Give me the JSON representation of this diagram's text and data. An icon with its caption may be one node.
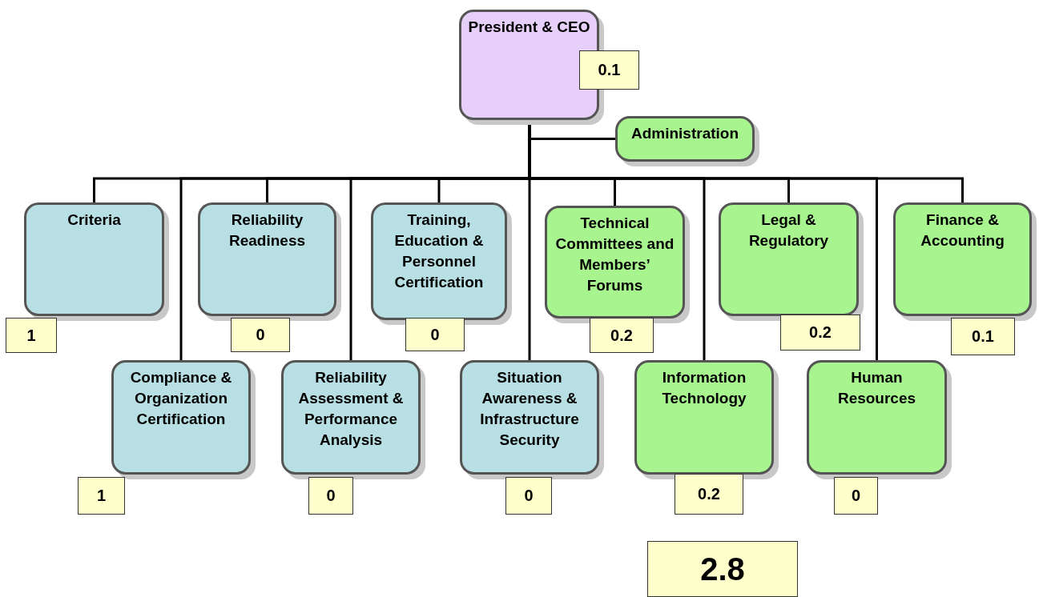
{
  "diagram": {
    "nodes": [
      {
        "text": [
          "President & CEO"
        ]
      },
      {
        "text": [
          "0.1"
        ]
      },
      {
        "text": [
          "Administration"
        ]
      },
      {
        "text": [
          "Criteria"
        ]
      },
      {
        "text": [
          "1"
        ]
      },
      {
        "text": [
          "Reliability Readiness"
        ]
      },
      {
        "text": [
          "0"
        ]
      },
      {
        "text": [
          "Training, Education & Personnel Certification"
        ]
      },
      {
        "text": [
          "0"
        ]
      },
      {
        "text": [
          "Technical Committees and Members’ Forums"
        ]
      },
      {
        "text": [
          "0.2"
        ]
      },
      {
        "text": [
          "Legal & Regulatory"
        ]
      },
      {
        "text": [
          "0.2"
        ]
      },
      {
        "text": [
          "Finance & Accounting"
        ]
      },
      {
        "text": [
          "0.1"
        ]
      },
      {
        "text": [
          "Compliance & Organization Certification"
        ]
      },
      {
        "text": [
          "1"
        ]
      },
      {
        "text": [
          "Reliability Assessment & Performance Analysis"
        ]
      },
      {
        "text": [
          "0"
        ]
      },
      {
        "text": [
          "Situation Awareness & Infrastructure Security"
        ]
      },
      {
        "text": [
          "0"
        ]
      },
      {
        "text": [
          "Information Technology"
        ]
      },
      {
        "text": [
          "0.2"
        ]
      },
      {
        "text": [
          "Human Resources"
        ]
      },
      {
        "text": [
          "0"
        ]
      },
      {
        "text": [
          "2.8"
        ]
      }
    ],
    "edges": [
      {
        "from": 0,
        "to": 2,
        "arrow": "none"
      },
      {
        "from": 0,
        "to": 3,
        "arrow": "none"
      },
      {
        "from": 0,
        "to": 5,
        "arrow": "none"
      },
      {
        "from": 0,
        "to": 7,
        "arrow": "none"
      },
      {
        "from": 0,
        "to": 9,
        "arrow": "none"
      },
      {
        "from": 0,
        "to": 11,
        "arrow": "none"
      },
      {
        "from": 0,
        "to": 13,
        "arrow": "none"
      },
      {
        "from": 0,
        "to": 15,
        "arrow": "none"
      },
      {
        "from": 0,
        "to": 17,
        "arrow": "none"
      },
      {
        "from": 0,
        "to": 19,
        "arrow": "none"
      },
      {
        "from": 0,
        "to": 21,
        "arrow": "none"
      },
      {
        "from": 0,
        "to": 23,
        "arrow": "none"
      }
    ]
  }
}
